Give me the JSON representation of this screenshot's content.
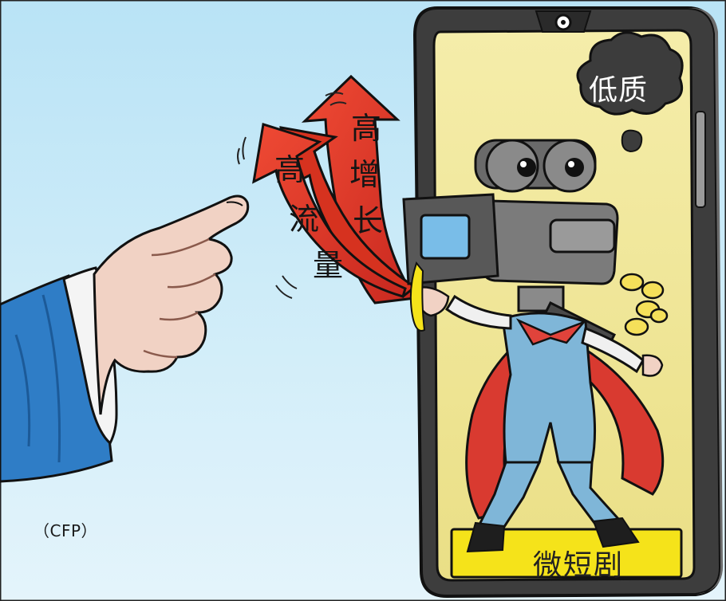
{
  "credit": "（CFP）",
  "arrow_left_chars": [
    "高",
    "流",
    "量"
  ],
  "arrow_right_chars": [
    "高",
    "增",
    "长"
  ],
  "cloud_label": "低质",
  "phone_label": "微短剧",
  "colors": {
    "sky": "#bfe6f7",
    "arrow_red": "#e23a2c",
    "phone_screen": "#f2e9a0",
    "sleeve_blue": "#2f7dc6",
    "skin": "#f1d2c4",
    "cloud": "#3c3c3c",
    "label_bar": "#f5e31a"
  }
}
